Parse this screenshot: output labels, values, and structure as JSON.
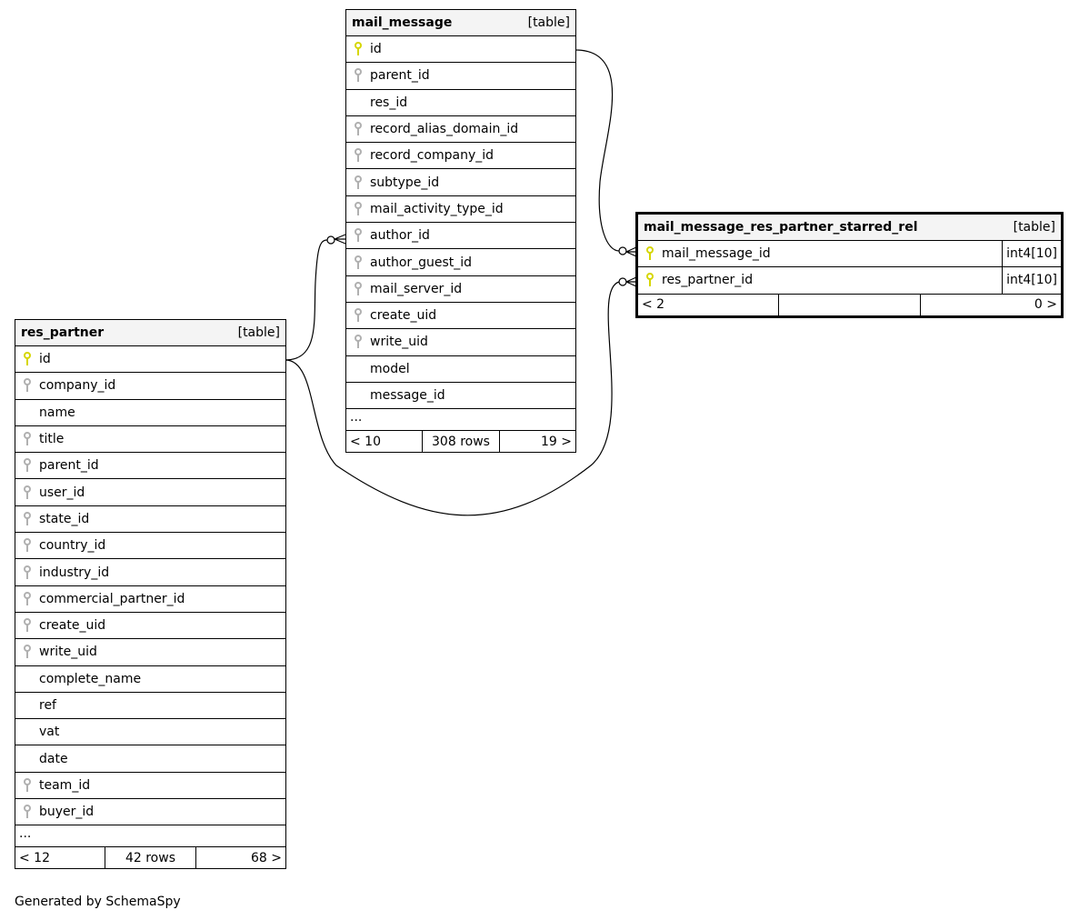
{
  "tables": {
    "mail_message": {
      "name": "mail_message",
      "kind": "[table]",
      "columns": [
        {
          "name": "id",
          "key": "pk"
        },
        {
          "name": "parent_id",
          "key": "fk"
        },
        {
          "name": "res_id",
          "key": "none"
        },
        {
          "name": "record_alias_domain_id",
          "key": "fk"
        },
        {
          "name": "record_company_id",
          "key": "fk"
        },
        {
          "name": "subtype_id",
          "key": "fk"
        },
        {
          "name": "mail_activity_type_id",
          "key": "fk"
        },
        {
          "name": "author_id",
          "key": "fk"
        },
        {
          "name": "author_guest_id",
          "key": "fk"
        },
        {
          "name": "mail_server_id",
          "key": "fk"
        },
        {
          "name": "create_uid",
          "key": "fk"
        },
        {
          "name": "write_uid",
          "key": "fk"
        },
        {
          "name": "model",
          "key": "none"
        },
        {
          "name": "message_id",
          "key": "none"
        }
      ],
      "more": "...",
      "footer": {
        "left": "< 10",
        "center": "308 rows",
        "right": "19 >"
      }
    },
    "res_partner": {
      "name": "res_partner",
      "kind": "[table]",
      "columns": [
        {
          "name": "id",
          "key": "pk"
        },
        {
          "name": "company_id",
          "key": "fk"
        },
        {
          "name": "name",
          "key": "none"
        },
        {
          "name": "title",
          "key": "fk"
        },
        {
          "name": "parent_id",
          "key": "fk"
        },
        {
          "name": "user_id",
          "key": "fk"
        },
        {
          "name": "state_id",
          "key": "fk"
        },
        {
          "name": "country_id",
          "key": "fk"
        },
        {
          "name": "industry_id",
          "key": "fk"
        },
        {
          "name": "commercial_partner_id",
          "key": "fk"
        },
        {
          "name": "create_uid",
          "key": "fk"
        },
        {
          "name": "write_uid",
          "key": "fk"
        },
        {
          "name": "complete_name",
          "key": "none"
        },
        {
          "name": "ref",
          "key": "none"
        },
        {
          "name": "vat",
          "key": "none"
        },
        {
          "name": "date",
          "key": "none"
        },
        {
          "name": "team_id",
          "key": "fk"
        },
        {
          "name": "buyer_id",
          "key": "fk"
        }
      ],
      "more": "...",
      "footer": {
        "left": "< 12",
        "center": "42 rows",
        "right": "68 >"
      }
    },
    "starred": {
      "name": "mail_message_res_partner_starred_rel",
      "kind": "[table]",
      "columns": [
        {
          "name": "mail_message_id",
          "key": "pk",
          "type": "int4[10]"
        },
        {
          "name": "res_partner_id",
          "key": "pk",
          "type": "int4[10]"
        }
      ],
      "footer": {
        "left": "< 2",
        "center": "",
        "right": "0 >"
      }
    }
  },
  "colors": {
    "pk": "#d6d600",
    "fk": "#b0b0b0"
  },
  "generated_by": "Generated by SchemaSpy"
}
